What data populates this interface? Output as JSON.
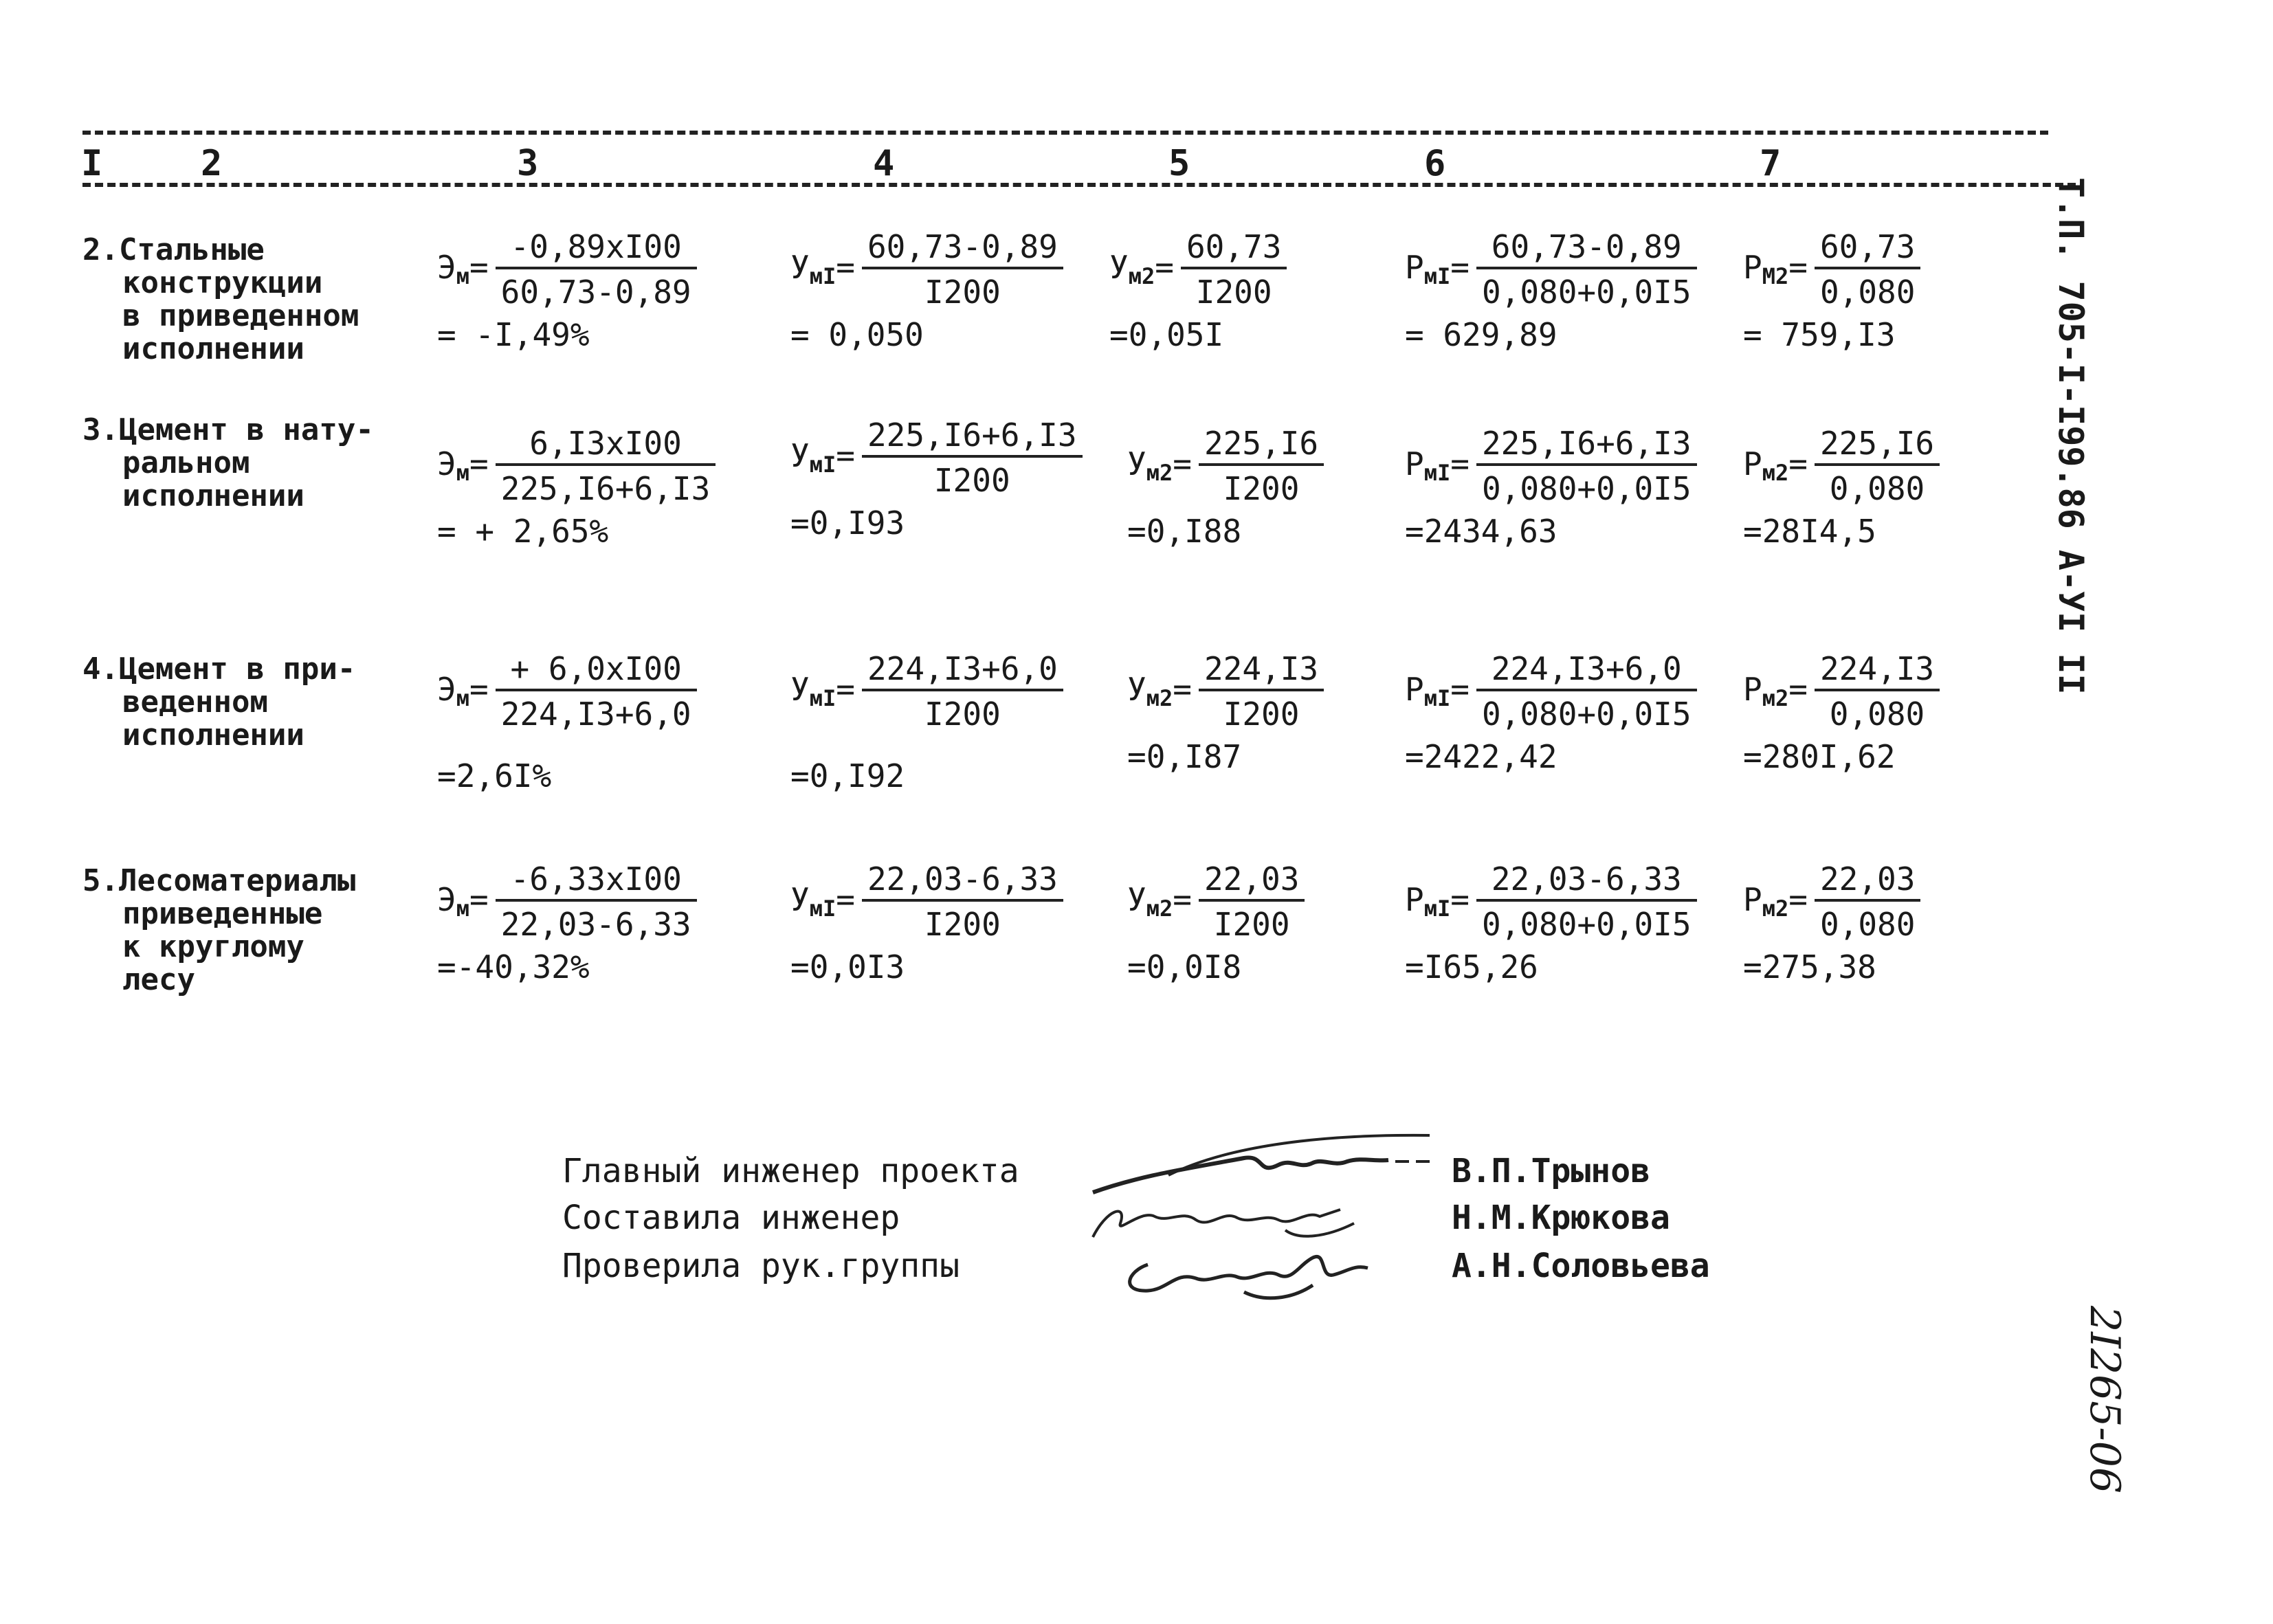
{
  "columns": [
    "I",
    "2",
    "3",
    "4",
    "5",
    "6",
    "7"
  ],
  "rows": [
    {
      "label": [
        "2.Стальные",
        "конструкции",
        "в приведенном",
        "исполнении"
      ],
      "c3": {
        "sym": "Э",
        "sub": "м",
        "op": "=",
        "num": "-0,89xI00",
        "den": "60,73-0,89",
        "res": "= -I,49%"
      },
      "c4": {
        "sym": "У",
        "sub": "мI",
        "op": "=",
        "num": "60,73-0,89",
        "den": "I200",
        "res": "= 0,050"
      },
      "c5": {
        "sym": "У",
        "sub": "м2",
        "op": "=",
        "num": "60,73",
        "den": "I200",
        "res": "=0,05I"
      },
      "c6": {
        "sym": "Р",
        "sub": "мI",
        "op": "=",
        "num": "60,73-0,89",
        "den": "0,080+0,0I5",
        "res": "= 629,89"
      },
      "c7": {
        "sym": "Р",
        "sub": "М2",
        "op": "=",
        "num": "60,73",
        "den": "0,080",
        "res": "= 759,I3"
      }
    },
    {
      "label": [
        "3.Цемент в нату-",
        "ральном",
        "исполнении"
      ],
      "c3": {
        "sym": "Э",
        "sub": "м",
        "op": "=",
        "num": "6,I3xI00",
        "den": "225,I6+6,I3",
        "res": "= + 2,65%"
      },
      "c4": {
        "sym": "У",
        "sub": "мI",
        "op": "=",
        "num": "225,I6+6,I3",
        "den": "I200",
        "res": "=0,I93"
      },
      "c5": {
        "sym": "У",
        "sub": "м2",
        "op": "=",
        "num": "225,I6",
        "den": "I200",
        "res": "=0,I88"
      },
      "c6": {
        "sym": "Р",
        "sub": "мI",
        "op": "=",
        "num": "225,I6+6,I3",
        "den": "0,080+0,0I5",
        "res": "=2434,63"
      },
      "c7": {
        "sym": "Р",
        "sub": "м2",
        "op": "=",
        "num": "225,I6",
        "den": "0,080",
        "res": "=28I4,5"
      }
    },
    {
      "label": [
        "4.Цемент в при-",
        "веденном",
        "исполнении"
      ],
      "c3": {
        "sym": "Э",
        "sub": "м",
        "op": "=",
        "num": "+ 6,0xI00",
        "den": "224,I3+6,0",
        "res": "=2,6I%"
      },
      "c4": {
        "sym": "У",
        "sub": "мI",
        "op": "=",
        "num": "224,I3+6,0",
        "den": "I200",
        "res": "=0,I92"
      },
      "c5": {
        "sym": "У",
        "sub": "м2",
        "op": "=",
        "num": "224,I3",
        "den": "I200",
        "res": "=0,I87"
      },
      "c6": {
        "sym": "Р",
        "sub": "мI",
        "op": "=",
        "num": "224,I3+6,0",
        "den": "0,080+0,0I5",
        "res": "=2422,42"
      },
      "c7": {
        "sym": "Р",
        "sub": "м2",
        "op": "=",
        "num": "224,I3",
        "den": "0,080",
        "res": "=280I,62"
      }
    },
    {
      "label": [
        "5.Лесоматериалы",
        "приведенные",
        "к круглому",
        "лесу"
      ],
      "c3": {
        "sym": "Э",
        "sub": "м",
        "op": "=",
        "num": "-6,33xI00",
        "den": "22,03-6,33",
        "res": "=-40,32%"
      },
      "c4": {
        "sym": "У",
        "sub": "мI",
        "op": "=",
        "num": "22,03-6,33",
        "den": "I200",
        "res": "=0,0I3"
      },
      "c5": {
        "sym": "У",
        "sub": "м2",
        "op": "=",
        "num": "22,03",
        "den": "I200",
        "res": "=0,0I8"
      },
      "c6": {
        "sym": "Р",
        "sub": "мI",
        "op": "=",
        "num": "22,03-6,33",
        "den": "0,080+0,0I5",
        "res": "=I65,26"
      },
      "c7": {
        "sym": "Р",
        "sub": "м2",
        "op": "=",
        "num": "22,03",
        "den": "0,080",
        "res": "=275,38"
      }
    }
  ],
  "side_label": "Т.П. 705-I-I99.86  А-УI  II",
  "signatures": [
    {
      "role": "Главный инженер проекта",
      "name": "В.П.Трынов"
    },
    {
      "role": "Составила инженер",
      "name": "Н.М.Крюкова"
    },
    {
      "role": "Проверила рук.группы",
      "name": "А.Н.Соловьева"
    }
  ],
  "archive_number": "2I265-06"
}
